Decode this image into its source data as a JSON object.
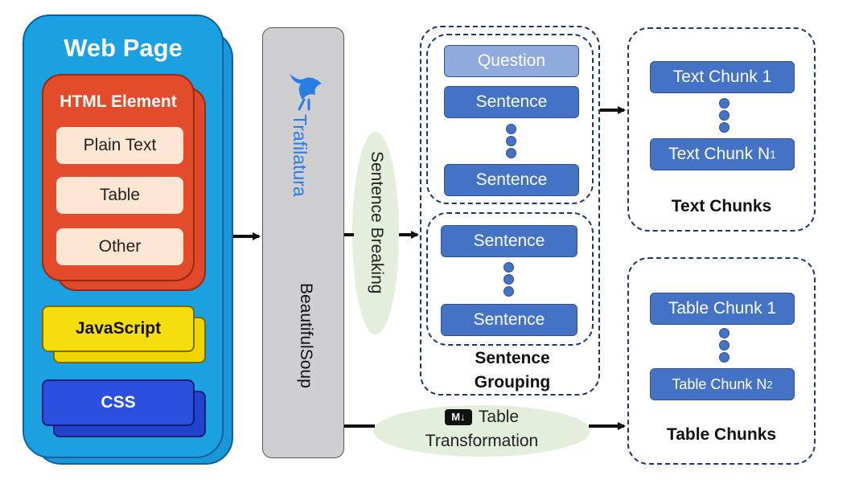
{
  "web_page": {
    "title": "Web Page",
    "html_element": {
      "title": "HTML Element",
      "items": [
        "Plain Text",
        "Table",
        "Other"
      ]
    },
    "javascript": "JavaScript",
    "css": "CSS"
  },
  "parsers": {
    "trafilatura": "Trafilatura",
    "beautifulsoup": "BeautifulSoup"
  },
  "sentence_breaking": "Sentence Breaking",
  "sentence_grouping": {
    "caption_line1": "Sentence",
    "caption_line2": "Grouping",
    "group1": {
      "question": "Question",
      "first": "Sentence",
      "last": "Sentence"
    },
    "group2": {
      "first": "Sentence",
      "last": "Sentence"
    }
  },
  "text_chunks": {
    "first": "Text Chunk 1",
    "last_prefix": "Text Chunk N",
    "last_sub": "1",
    "caption": "Text Chunks"
  },
  "table_chunks": {
    "first": "Table Chunk 1",
    "last_prefix": "Table Chunk N",
    "last_sub": "2",
    "caption": "Table Chunks"
  },
  "table_transformation": {
    "icon_text": "M↓",
    "line1": "Table",
    "line2": "Transformation"
  },
  "colors": {
    "web_page": "#1ba1e2",
    "html_element": "#e34c2b",
    "javascript": "#f6dd0d",
    "css": "#2b4fde",
    "box_blue": "#4473c5",
    "question_blue": "#8faadc",
    "trafilatura_blue": "#2a7de1",
    "ellipse_green": "#e3efdc"
  }
}
